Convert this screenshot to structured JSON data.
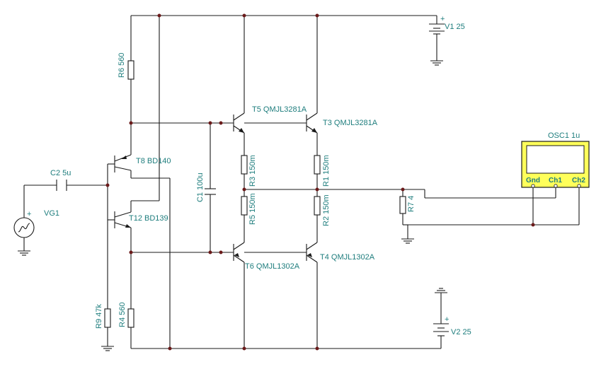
{
  "components": {
    "r6": "R6 560",
    "r9": "R9 47k",
    "r4": "R4 560",
    "r3": "R3 150m",
    "r5": "R5 150m",
    "r1": "R1 150m",
    "r2": "R2 150m",
    "r7": "R7 4",
    "c1": "C1 100u",
    "c2": "C2 5u",
    "t5": "T5 QMJL3281A",
    "t3": "T3 QMJL3281A",
    "t6": "T6 QMJL1302A",
    "t4": "T4 QMJL1302A",
    "t8": "T8 BD140",
    "t12": "T12 BD139",
    "v1": "V1 25",
    "v2": "V2 25",
    "vg1": "VG1",
    "osc1": "OSC1 1u"
  },
  "oscilloscope": {
    "inputs": [
      "Gnd",
      "Ch1",
      "Ch2"
    ]
  },
  "polarity": {
    "plus": "+"
  }
}
